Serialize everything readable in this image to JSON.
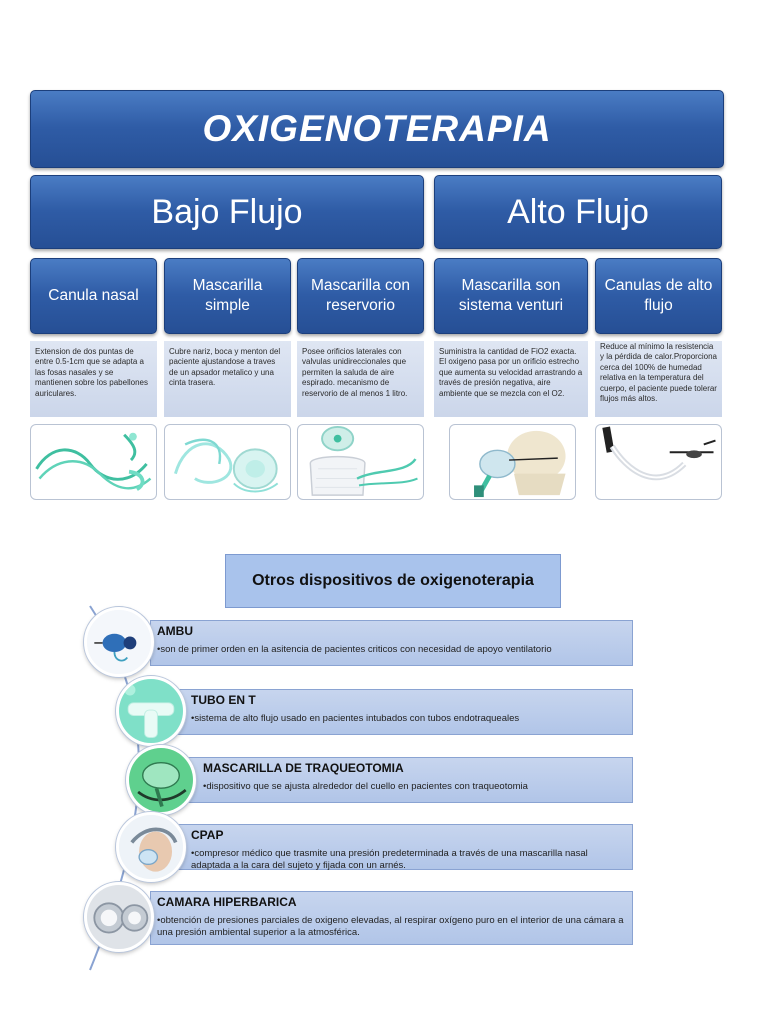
{
  "title": "OXIGENOTERAPIA",
  "flows": {
    "low": "Bajo Flujo",
    "high": "Alto Flujo"
  },
  "devices": [
    {
      "name": "Canula nasal",
      "desc": "Extension de dos puntas de entre 0.5-1cm que se adapta a las fosas nasales y se mantienen sobre los pabellones auriculares.",
      "image": "nasal-cannula-photo"
    },
    {
      "name": "Mascarilla simple",
      "desc": "Cubre nariz, boca y menton del paciente ajustandose a traves de un apsador metalico y una cinta trasera.",
      "image": "simple-mask-photo"
    },
    {
      "name": "Mascarilla con reservorio",
      "desc": "Posee orificios laterales con valvulas unidireccionales que permiten la saluda de aire espirado. mecanismo de reservorio de al menos 1 litro.",
      "image": "reservoir-mask-photo"
    },
    {
      "name": "Mascarilla son sistema venturi",
      "desc": "Suministra la cantidad de FiO2 exacta. El oxigeno pasa por un orificio estrecho que aumenta su velocidad arrastrando a través de presión negativa, aire ambiente que se mezcla con el O2.",
      "image": "venturi-mask-photo"
    },
    {
      "name": "Canulas de alto flujo",
      "desc": "Reduce al mínimo la resistencia y la pérdida de calor.Proporciona cerca del 100% de humedad relativa en la temperatura del cuerpo, el paciente puede tolerar flujos más altos.",
      "image": "high-flow-cannula-photo"
    }
  ],
  "others": {
    "title": "Otros dispositivos de oxigenoterapia",
    "items": [
      {
        "name": "AMBU",
        "desc": "•son de primer orden en la asitencia de pacientes criticos con necesidad de apoyo ventilatorio",
        "icon": "ambu-bag-photo"
      },
      {
        "name": "TUBO EN T",
        "desc": "•sistema de alto flujo usado en pacientes intubados con tubos endotraqueales",
        "icon": "t-tube-photo"
      },
      {
        "name": "MASCARILLA DE TRAQUEOTOMIA",
        "desc": "•dispositivo que se ajusta alrededor del cuello en pacientes con traqueotomia",
        "icon": "tracheostomy-mask-photo"
      },
      {
        "name": "CPAP",
        "desc": "•compresor médico que trasmite una presión predeterminada a través de una mascarilla nasal adaptada a la cara del sujeto y fijada con un arnés.",
        "icon": "cpap-mask-photo"
      },
      {
        "name": "CAMARA HIPERBARICA",
        "desc": "•obtención de presiones parciales de oxigeno elevadas, al respirar oxígeno puro en el interior de una cámara a una presión ambiental superior a la atmosférica.",
        "icon": "hyperbaric-chamber-photo"
      }
    ]
  },
  "colors": {
    "primary_blue": "#2f5ca6",
    "desc_box": "#d6dfef",
    "device_box": "#b9cbe9",
    "tube_green": "#3fbfa0"
  }
}
